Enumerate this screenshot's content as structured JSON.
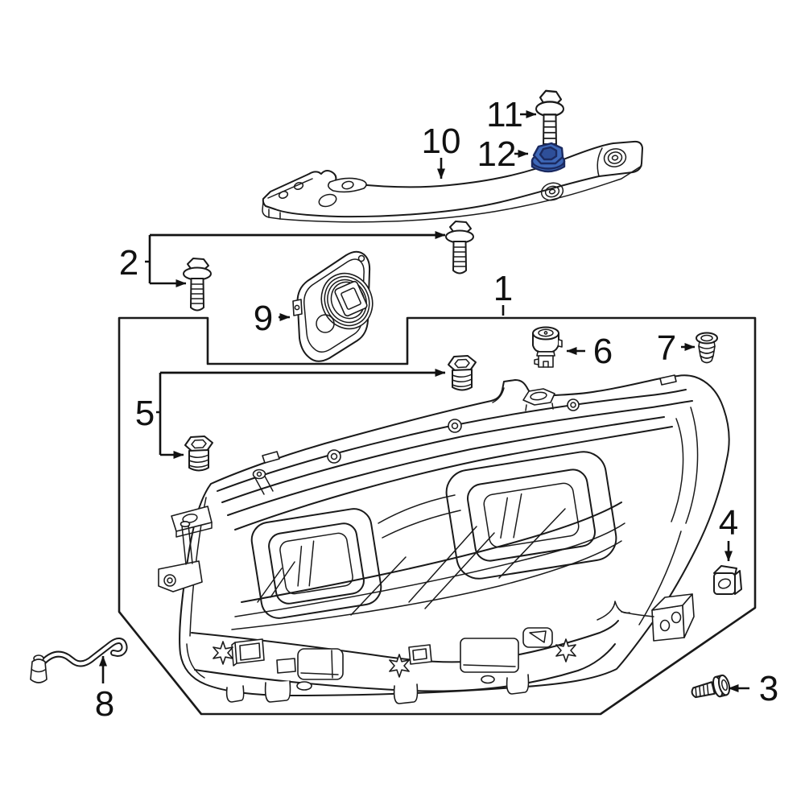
{
  "diagram": {
    "subject": "exploded-parts-diagram-headlight-assembly",
    "style": {
      "background": "#ffffff",
      "line_color": "#1a1a1a",
      "highlight_fill": "#3e68b8",
      "highlight_fill_dark": "#2e4f99",
      "highlight_stroke": "#1b2a60"
    },
    "callouts": [
      {
        "label": "1",
        "part": "headlamp-assembly-group"
      },
      {
        "label": "2",
        "part": "flange-bolt-pair"
      },
      {
        "label": "3",
        "part": "side-mount-screw"
      },
      {
        "label": "4",
        "part": "retainer-clip"
      },
      {
        "label": "5",
        "part": "hex-grommet-bolt-pair"
      },
      {
        "label": "6",
        "part": "adjuster-fastener"
      },
      {
        "label": "7",
        "part": "trim-screw"
      },
      {
        "label": "8",
        "part": "vent-tube"
      },
      {
        "label": "9",
        "part": "led-control-module"
      },
      {
        "label": "10",
        "part": "upper-mounting-bracket"
      },
      {
        "label": "11",
        "part": "bracket-bolt"
      },
      {
        "label": "12",
        "part": "hex-flange-nut-highlighted"
      }
    ]
  }
}
